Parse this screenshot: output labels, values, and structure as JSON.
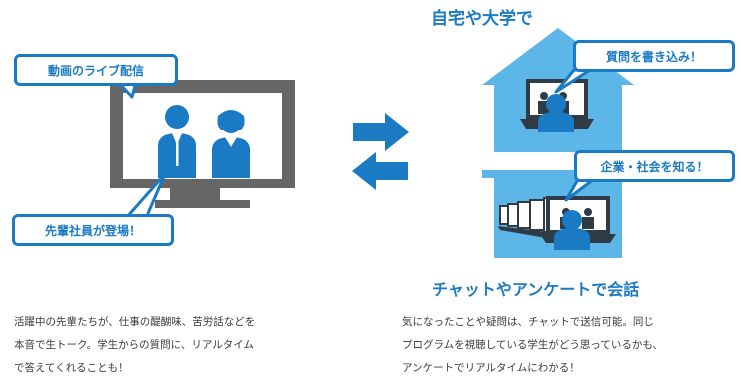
{
  "left": {
    "callout_top": "動画のライブ配信",
    "callout_bottom": "先輩社員が登場！",
    "description": [
      "活躍中の先輩たちが、仕事の醍醐味、苦労話などを",
      "本音で生トーク。学生からの質問に、リアルタイム",
      "で答えてくれることも！"
    ]
  },
  "right": {
    "heading_top": "自宅や大学で",
    "callout_top": "質問を書き込み！",
    "callout_bottom": "企業・社会を知る！",
    "heading_bottom": "チャットやアンケートで会話",
    "description": [
      "気になったことや疑問は、チャットで送信可能。同じ",
      "プログラムを視聴している学生がどう思っているかも、",
      "アンケートでリアルタイムにわかる！"
    ]
  },
  "colors": {
    "accent_blue": "#1a7ac4",
    "house_blue": "#5cb6e8",
    "monitor_gray": "#666666",
    "laptop_dark": "#2f3b45"
  },
  "icons": [
    "monitor-icon",
    "person-icon",
    "house-icon",
    "laptop-icon",
    "arrow-right-icon",
    "arrow-left-icon"
  ]
}
